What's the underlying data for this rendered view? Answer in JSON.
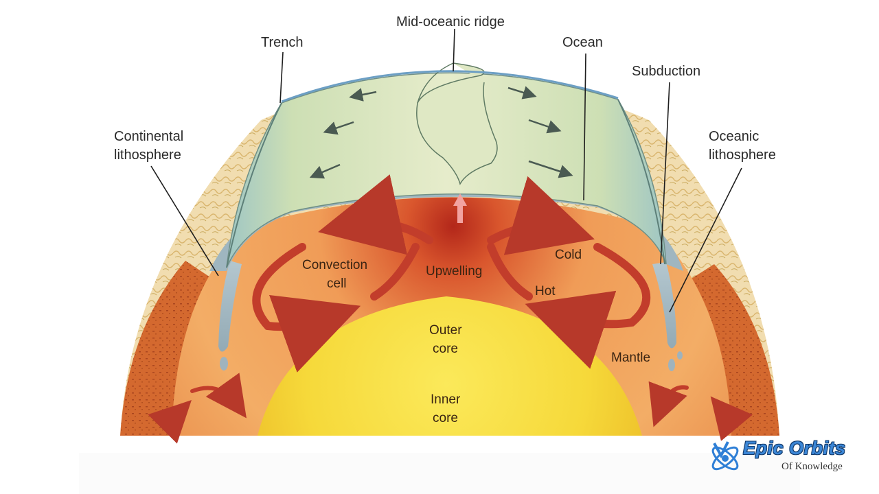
{
  "diagram": {
    "labels": {
      "mid_oceanic_ridge": "Mid-oceanic ridge",
      "trench": "Trench",
      "ocean": "Ocean",
      "subduction": "Subduction",
      "continental_lithosphere_1": "Continental",
      "continental_lithosphere_2": "lithosphere",
      "oceanic_lithosphere_1": "Oceanic",
      "oceanic_lithosphere_2": "lithosphere",
      "convection_cell_1": "Convection",
      "convection_cell_2": "cell",
      "upwelling": "Upwelling",
      "cold": "Cold",
      "hot": "Hot",
      "outer_core_1": "Outer",
      "outer_core_2": "core",
      "inner_core_1": "Inner",
      "inner_core_2": "core",
      "mantle": "Mantle"
    },
    "colors": {
      "ocean_plate": "#cfe0b0",
      "mantle": "#f0a45a",
      "upwelling": "#c2381f",
      "core": "#f6e24a",
      "crust": "#d8703a",
      "arrows": "#c9432b",
      "subducting_slab": "#9fb3bd"
    }
  },
  "watermark": {
    "title": "Epic Orbits",
    "subtitle": "Of Knowledge"
  }
}
